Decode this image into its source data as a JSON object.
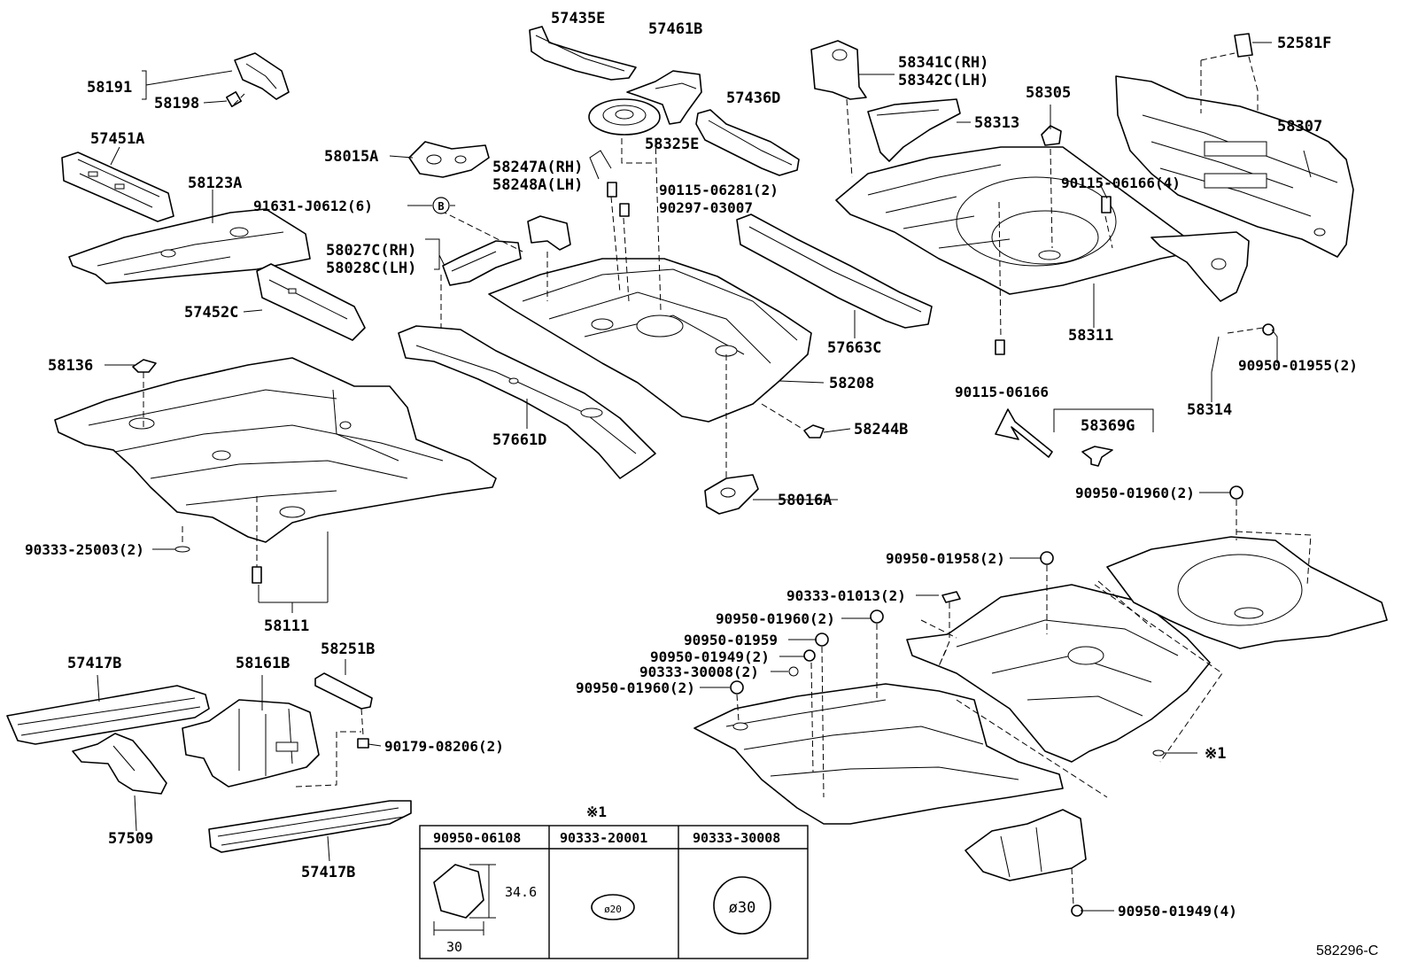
{
  "diagram_id": "582296-C",
  "labels": {
    "p57435E": "57435E",
    "p57461B": "57461B",
    "p58191": "58191",
    "p58198": "58198",
    "p57451A": "57451A",
    "p58123A": "58123A",
    "p58015A": "58015A",
    "p58247A": "58247A(RH)",
    "p58248A": "58248A(LH)",
    "p58325E": "58325E",
    "p57436D": "57436D",
    "p90115_06281": "90115-06281(2)",
    "p90297_03007": "90297-03007",
    "p91631": "91631-J0612(6)",
    "circleB": "B",
    "p58027C": "58027C(RH)",
    "p58028C": "58028C(LH)",
    "p57452C": "57452C",
    "p58136": "58136",
    "p57661D": "57661D",
    "p58208": "58208",
    "p57663C": "57663C",
    "p58244B": "58244B",
    "p58016A": "58016A",
    "p58341C": "58341C(RH)",
    "p58342C": "58342C(LH)",
    "p58313": "58313",
    "p58305": "58305",
    "p52581F": "52581F",
    "p58307": "58307",
    "p90115_06166_4": "90115-06166(4)",
    "p58311": "58311",
    "p90115_06166": "90115-06166",
    "p58314": "58314",
    "p90950_01955": "90950-01955(2)",
    "p58369G": "58369G",
    "p90950_01960_top": "90950-01960(2)",
    "p90333_25003": "90333-25003(2)",
    "p58111": "58111",
    "p90950_01958": "90950-01958(2)",
    "p90333_01013": "90333-01013(2)",
    "p90950_01960_mid": "90950-01960(2)",
    "p90950_01959": "90950-01959",
    "p90950_01949_2": "90950-01949(2)",
    "p90333_30008_2": "90333-30008(2)",
    "p90950_01960_low": "90950-01960(2)",
    "note1": "※1",
    "p57417B_top": "57417B",
    "p58161B": "58161B",
    "p58251B": "58251B",
    "p90179_08206": "90179-08206(2)",
    "p57509": "57509",
    "p57417B_bot": "57417B",
    "p90950_01949_4": "90950-01949(4)"
  },
  "table": {
    "mark": "※1",
    "columns": [
      "90950-06108",
      "90333-20001",
      "90333-30008"
    ],
    "dim_height": "34.6",
    "dim_width": "30",
    "dia_small": "ø20",
    "dia_large": "ø30"
  }
}
